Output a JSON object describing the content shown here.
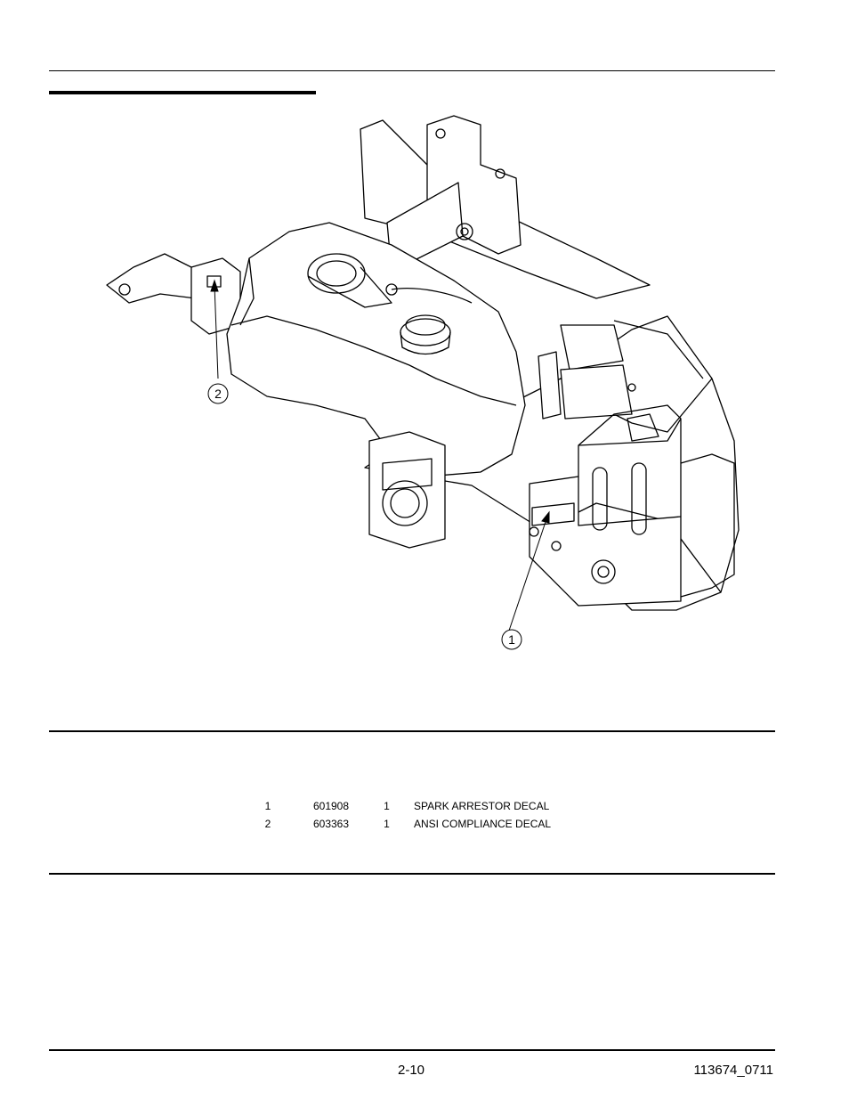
{
  "figure": {
    "callouts": [
      {
        "number": "1"
      },
      {
        "number": "2"
      }
    ]
  },
  "parts": [
    {
      "ref": "1",
      "part_no": "601908",
      "qty": "1",
      "description": "SPARK ARRESTOR DECAL"
    },
    {
      "ref": "2",
      "part_no": "603363",
      "qty": "1",
      "description": "ANSI COMPLIANCE DECAL"
    }
  ],
  "footer": {
    "page_number": "2-10",
    "doc_number": "113674_0711"
  }
}
